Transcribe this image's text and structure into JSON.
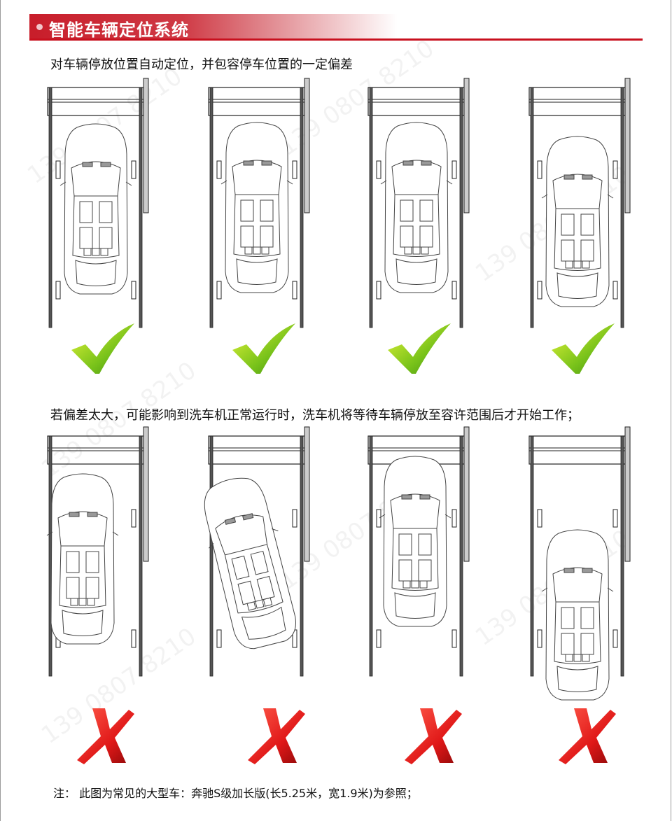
{
  "header": {
    "title": "智能车辆定位系统"
  },
  "section1": {
    "text": "对车辆停放位置自动定位，并包容停车位置的一定偏差"
  },
  "section2": {
    "text": "若偏差太大，可能影响到洗车机正常运行时，洗车机将等待车辆停放至容许范围后才开始工作；"
  },
  "note": {
    "text": "注：  此图为常见的大型车：奔驰S级加长版(长5.25米，宽1.9米)为参照；"
  },
  "watermark": "139 0807 8210",
  "bays_ok": [
    {
      "status": "accepted",
      "icon": "check-icon"
    },
    {
      "status": "accepted",
      "icon": "check-icon"
    },
    {
      "status": "accepted",
      "icon": "check-icon"
    },
    {
      "status": "accepted",
      "icon": "check-icon"
    }
  ],
  "bays_bad": [
    {
      "status": "rejected",
      "deviation": "offset-left",
      "icon": "cross-icon"
    },
    {
      "status": "rejected",
      "deviation": "angled",
      "icon": "cross-icon"
    },
    {
      "status": "rejected",
      "deviation": "too-far-forward",
      "icon": "cross-icon"
    },
    {
      "status": "rejected",
      "deviation": "too-far-back",
      "icon": "cross-icon"
    }
  ],
  "colors": {
    "accent": "#c8101e",
    "check": "#7cc418",
    "cross": "#e01818"
  }
}
